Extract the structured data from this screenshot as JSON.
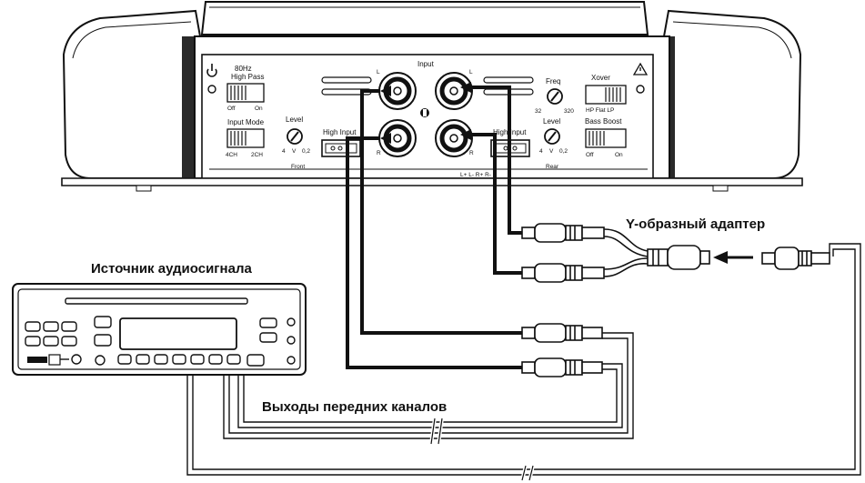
{
  "labels": {
    "y_adapter": "Y-образный адаптер",
    "audio_source": "Источник аудиосигнала",
    "front_outputs": "Выходы передних каналов"
  },
  "amplifier": {
    "high_pass_title_1": "80Hz",
    "high_pass_title_2": "High Pass",
    "high_pass_off": "Off",
    "high_pass_on": "On",
    "input_mode_title": "Input Mode",
    "input_mode_4ch": "4CH",
    "input_mode_2ch": "2CH",
    "level_front_title": "Level",
    "level_front_min": "4",
    "level_front_v": "V",
    "level_front_max": "0,2",
    "front_label": "Front",
    "high_input_front": "High Input",
    "input_title": "Input",
    "rca_l": "L",
    "rca_r": "R",
    "freq_title": "Freq",
    "freq_min": "32",
    "freq_max": "320",
    "xover_title": "Xover",
    "xover_options": "HP  Flat  LP",
    "level_rear_title": "Level",
    "level_rear_min": "4",
    "level_rear_v": "V",
    "level_rear_max": "0,2",
    "bass_boost_title": "Bass Boost",
    "bass_boost_off": "Off",
    "bass_boost_on": "On",
    "high_input_rear": "High Input",
    "rear_label": "Rear",
    "high_input_terminals": "L+ L-      R+ R-"
  }
}
